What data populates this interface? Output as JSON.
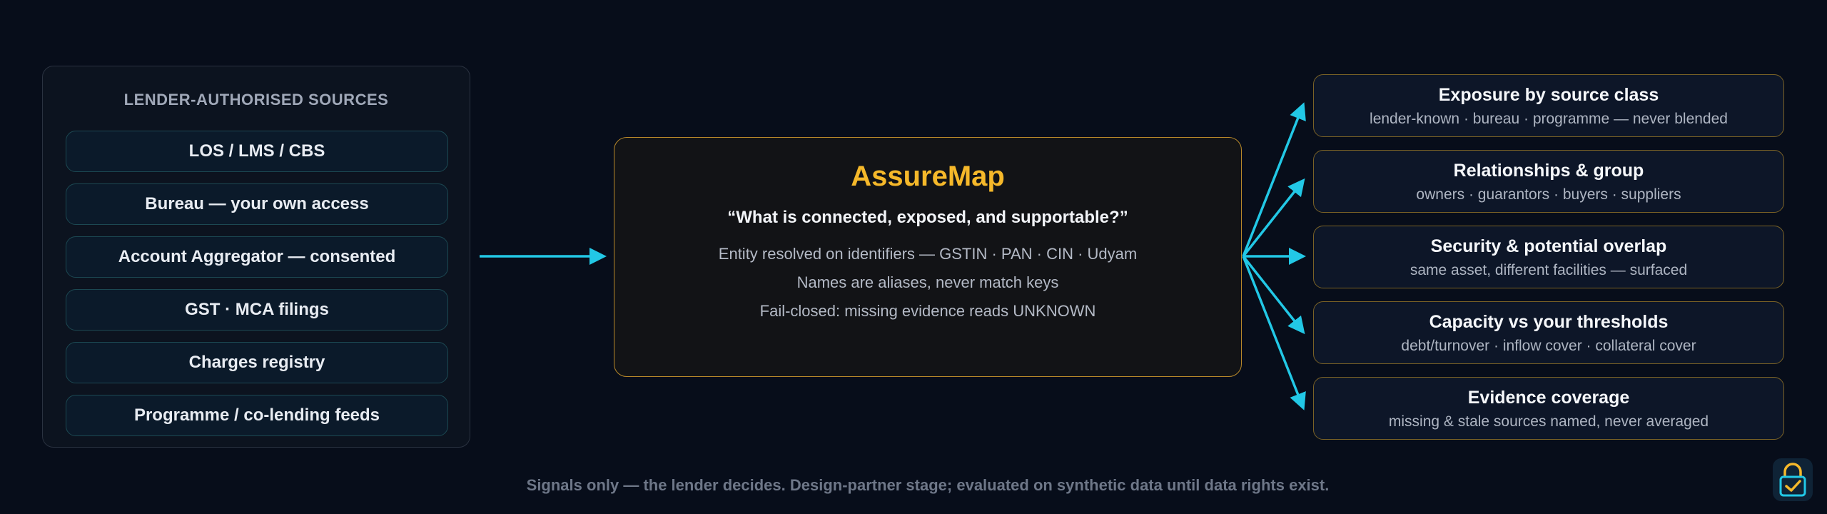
{
  "sources": {
    "title": "LENDER-AUTHORISED SOURCES",
    "items": [
      "LOS / LMS / CBS",
      "Bureau — your own access",
      "Account Aggregator — consented",
      "GST · MCA filings",
      "Charges registry",
      "Programme / co-lending feeds"
    ]
  },
  "center": {
    "title": "AssureMap",
    "question": "“What is connected, exposed, and supportable?”",
    "lines": [
      "Entity resolved on identifiers — GSTIN · PAN · CIN · Udyam",
      "Names are aliases, never match keys",
      "Fail-closed: missing evidence reads UNKNOWN"
    ]
  },
  "outputs": [
    {
      "title": "Exposure by source class",
      "subtitle": "lender-known · bureau · programme — never blended"
    },
    {
      "title": "Relationships & group",
      "subtitle": "owners · guarantors · buyers · suppliers"
    },
    {
      "title": "Security & potential overlap",
      "subtitle": "same asset, different facilities — surfaced"
    },
    {
      "title": "Capacity vs your thresholds",
      "subtitle": "debt/turnover · inflow cover · collateral cover"
    },
    {
      "title": "Evidence coverage",
      "subtitle": "missing & stale sources named, never averaged"
    }
  ],
  "footer": "Signals only — the lender decides. Design-partner stage; evaluated on synthetic data until data rights exist.",
  "icons": {
    "badge": "lock-check-icon"
  },
  "colors": {
    "background": "#070d1a",
    "accent_gold": "#f5b82a",
    "arrow_cyan": "#22c8e6",
    "source_border": "#1c4852",
    "output_border": "#7a6226"
  }
}
